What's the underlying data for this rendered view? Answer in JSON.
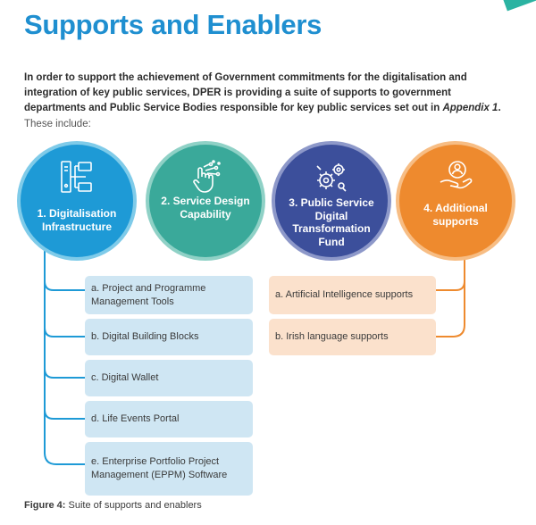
{
  "heading": "Supports and Enablers",
  "intro": {
    "text_before": "In order to support the achievement of Government commitments for the digitalisation and integration of key public services, DPER is providing a suite of supports to government departments and Public Service Bodies responsible for key public services set out in ",
    "appendix": "Appendix 1",
    "text_after": "."
  },
  "these_include": "These include:",
  "colors": {
    "title": "#1f8fd0",
    "circle1": "#1e9ad6",
    "circle2": "#3aa99a",
    "circle3": "#3c4f9b",
    "circle4": "#ee8a2e",
    "blue_box": "#cfe6f3",
    "peach_box": "#fbe1cc"
  },
  "circles": [
    {
      "label": "1. Digitalisation Infrastructure",
      "icon": "server-network-icon"
    },
    {
      "label": "2. Service Design Capability",
      "icon": "touch-hand-icon"
    },
    {
      "label": "3. Public Service Digital Transformation Fund",
      "icon": "gears-icon"
    },
    {
      "label": "4. Additional supports",
      "icon": "hand-person-icon"
    }
  ],
  "infrastructure_items": [
    "a. Project and Programme Management Tools",
    "b. Digital Building Blocks",
    "c. Digital Wallet",
    "d. Life Events Portal",
    "e. Enterprise Portfolio Project Management (EPPM) Software"
  ],
  "additional_items": [
    "a. Artificial Intelligence supports",
    "b. Irish language supports"
  ],
  "caption": {
    "label": "Figure 4:",
    "text": " Suite of supports and enablers"
  }
}
